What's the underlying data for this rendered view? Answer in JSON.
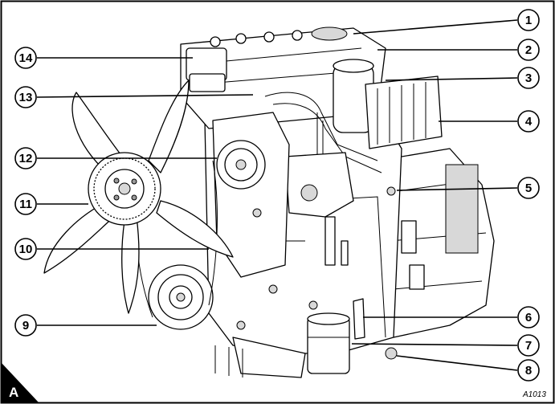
{
  "figure": {
    "panel_letter": "A",
    "reference_code": "A1013"
  },
  "callouts": [
    {
      "n": "1"
    },
    {
      "n": "2"
    },
    {
      "n": "3"
    },
    {
      "n": "4"
    },
    {
      "n": "5"
    },
    {
      "n": "6"
    },
    {
      "n": "7"
    },
    {
      "n": "8"
    },
    {
      "n": "9"
    },
    {
      "n": "10"
    },
    {
      "n": "11"
    },
    {
      "n": "12"
    },
    {
      "n": "13"
    },
    {
      "n": "14"
    }
  ]
}
